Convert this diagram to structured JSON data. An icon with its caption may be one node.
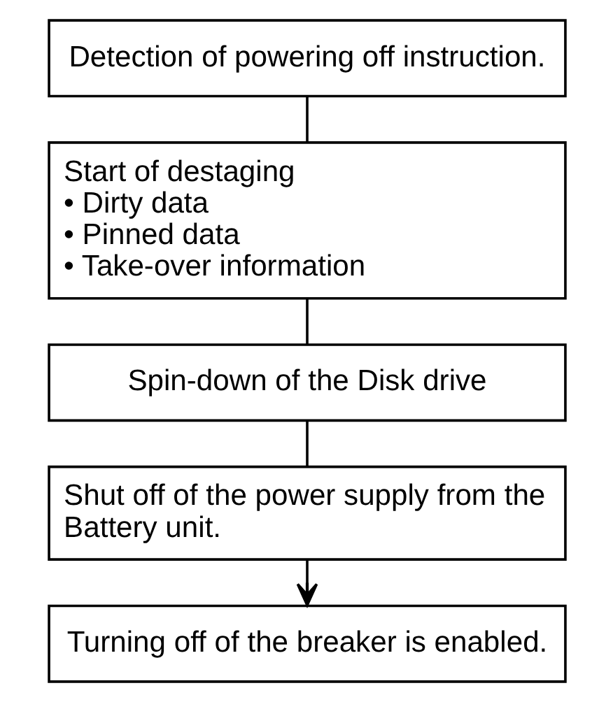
{
  "diagram": {
    "nodes": [
      {
        "text": [
          "Detection of powering off instruction."
        ]
      },
      {
        "text": [
          "Start of destaging",
          "• Dirty data",
          "• Pinned data",
          "• Take-over information"
        ]
      },
      {
        "text": [
          "Spin-down of the Disk drive"
        ]
      },
      {
        "text": [
          "Shut off of the power supply from the Battery unit."
        ]
      },
      {
        "text": [
          "Turning off of the breaker is enabled."
        ]
      }
    ],
    "edges": [
      {
        "from": 0,
        "to": 1,
        "arrow": "none"
      },
      {
        "from": 1,
        "to": 2,
        "arrow": "none"
      },
      {
        "from": 2,
        "to": 3,
        "arrow": "none"
      },
      {
        "from": 3,
        "to": 4,
        "arrow": "to"
      }
    ]
  }
}
